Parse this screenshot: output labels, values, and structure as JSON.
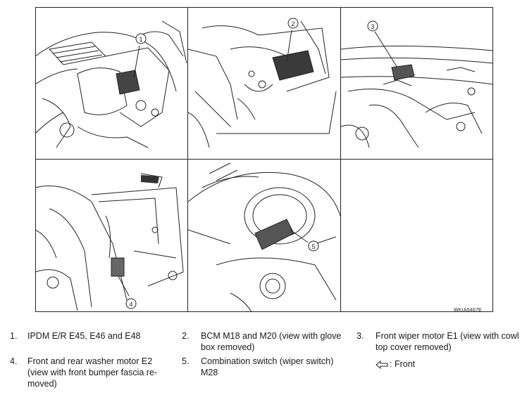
{
  "figure": {
    "code": "WKIA5467E",
    "panels": [
      {
        "callout": "1",
        "subject": "IPDM E/R"
      },
      {
        "callout": "2",
        "subject": "BCM"
      },
      {
        "callout": "3",
        "subject": "Front wiper motor"
      },
      {
        "callout": "4",
        "subject": "Front and rear washer motor"
      },
      {
        "callout": "5",
        "subject": "Combination switch"
      },
      {
        "callout": "",
        "subject": ""
      }
    ]
  },
  "legend": [
    {
      "num": "1.",
      "text": "IPDM E/R E45, E46 and E48"
    },
    {
      "num": "2.",
      "text": "BCM M18 and M20 (view with glove box removed)"
    },
    {
      "num": "3.",
      "text": "Front wiper motor E1 (view with cowl top cover removed)"
    },
    {
      "num": "4.",
      "text": "Front and rear washer motor E2 (view with front bumper fascia re-moved)"
    },
    {
      "num": "5.",
      "text": "Combination switch (wiper switch) M28"
    }
  ],
  "front_note": {
    "icon": "front-arrow-icon",
    "text": ": Front"
  }
}
